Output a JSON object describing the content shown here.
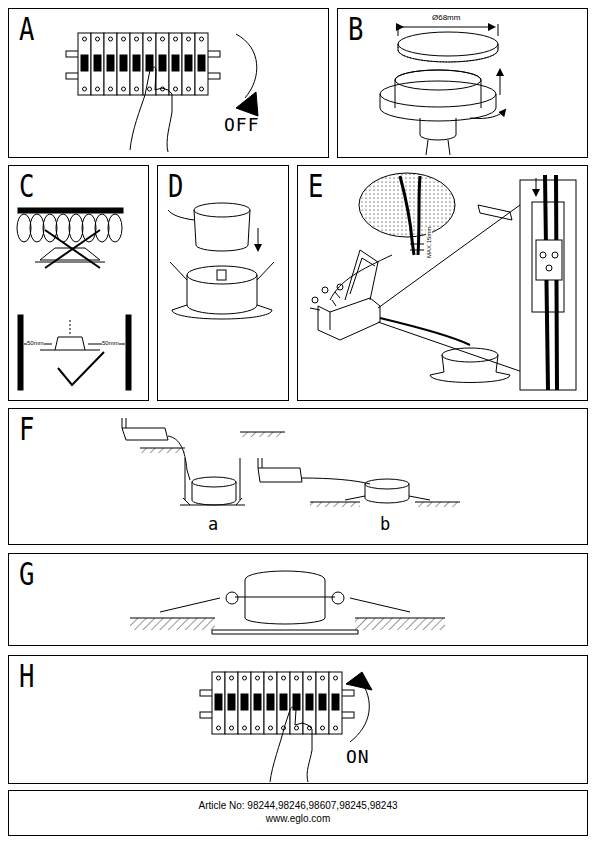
{
  "diagram": {
    "nodes": [
      {
        "text": [
          "A"
        ]
      },
      {
        "text": [
          "B"
        ]
      },
      {
        "text": [
          "C"
        ]
      },
      {
        "text": [
          "D"
        ]
      },
      {
        "text": [
          "E"
        ]
      },
      {
        "text": [
          "F"
        ]
      },
      {
        "text": [
          "G"
        ]
      },
      {
        "text": [
          "H"
        ]
      },
      {
        "text": [
          "Article No: 98244,98246,98607,98245,98243",
          "www.eglo.com"
        ]
      }
    ],
    "labels": [
      "OFF",
      "Ø68mm",
      "50mm",
      "50mm",
      "MAX.15mm",
      "a",
      "b",
      "ON"
    ]
  }
}
